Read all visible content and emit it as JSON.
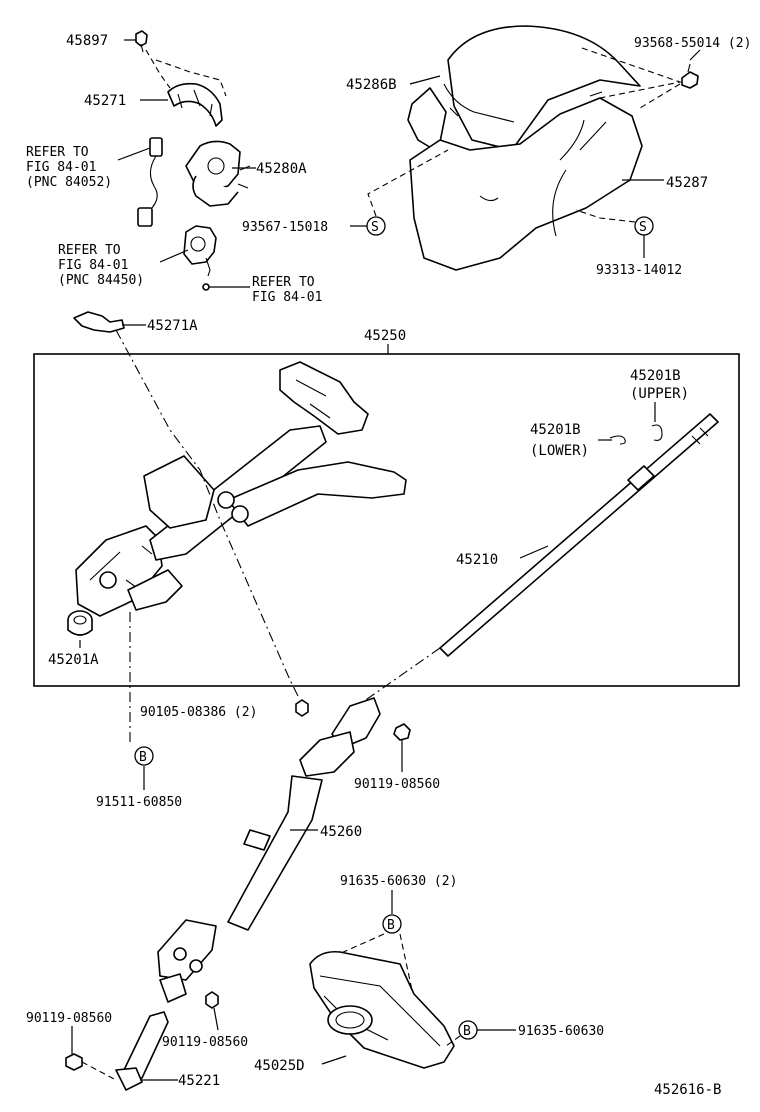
{
  "labels": {
    "p45897": "45897",
    "p45271": "45271",
    "refer1_a": "REFER TO",
    "refer1_b": "FIG 84-01",
    "refer1_c": "(PNC 84052)",
    "p45280A": "45280A",
    "refer2_a": "REFER TO",
    "refer2_b": "FIG 84-01",
    "refer2_c": "(PNC 84450)",
    "refer3_a": "REFER TO",
    "refer3_b": "FIG 84-01",
    "p45271A": "45271A",
    "p45286B": "45286B",
    "p93568": "93568-55014 (2)",
    "p45287": "45287",
    "p93567": "93567-15018",
    "p93313": "93313-14012",
    "p45250": "45250",
    "p45201B_u1": "45201B",
    "p45201B_u2": "(UPPER)",
    "p45201B_l1": "45201B",
    "p45201B_l2": "(LOWER)",
    "p45210": "45210",
    "p45201A": "45201A",
    "p90105": "90105-08386 (2)",
    "p90119_a": "90119-08560",
    "p91511": "91511-60850",
    "p45260": "45260",
    "p91635_2": "91635-60630 (2)",
    "p90119_b": "90119-08560",
    "p90119_c": "90119-08560",
    "p91635": "91635-60630",
    "p45221": "45221",
    "p45025D": "45025D",
    "fig_code": "452616-B"
  },
  "markers": {
    "s1": "S",
    "s2": "S",
    "b1": "B",
    "b2": "B",
    "b3": "B"
  }
}
